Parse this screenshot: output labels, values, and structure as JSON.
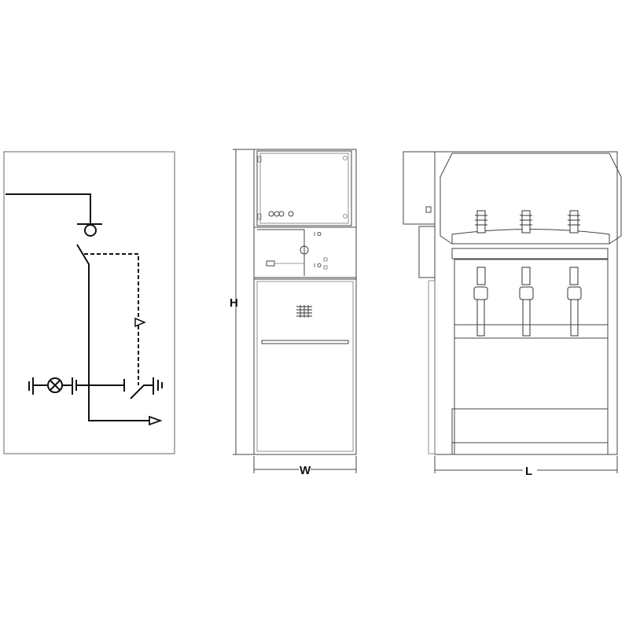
{
  "dimensions": {
    "height_label": "H",
    "width_label": "W",
    "length_label": "L"
  },
  "views": [
    "single-line-schematic",
    "front-view",
    "side-view"
  ],
  "colors": {
    "line": "#111111",
    "frame": "#999999"
  }
}
